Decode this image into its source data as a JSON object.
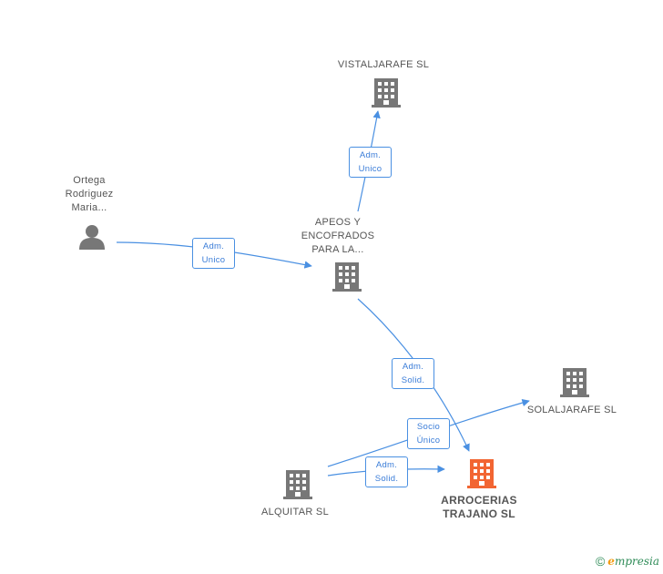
{
  "nodes": {
    "vistaljarafe": {
      "label": "VISTALJARAFE SL",
      "type": "company"
    },
    "apeos": {
      "label": "APEOS Y\nENCOFRADOS\nPARA LA...",
      "type": "company"
    },
    "ortega": {
      "label": "Ortega\nRodriguez\nMaria...",
      "type": "person"
    },
    "solaljarafe": {
      "label": "SOLALJARAFE SL",
      "type": "company"
    },
    "alquitar": {
      "label": "ALQUITAR SL",
      "type": "company"
    },
    "arrocerias": {
      "label": "ARROCERIAS\nTRAJANO SL",
      "type": "company-focus"
    }
  },
  "edges": {
    "apeos_vistaljarafe": "Adm.\nUnico",
    "ortega_apeos": "Adm.\nUnico",
    "apeos_arrocerias": "Adm.\nSolid.",
    "alquitar_solaljarafe": "Socio\nÚnico",
    "alquitar_arrocerias": "Adm.\nSolid."
  },
  "colors": {
    "edge": "#4a90e2",
    "icon": "#777777",
    "focus_icon": "#f26532"
  },
  "footer": {
    "copyright": "©",
    "brand_initial": "e",
    "brand_rest": "mpresia"
  }
}
